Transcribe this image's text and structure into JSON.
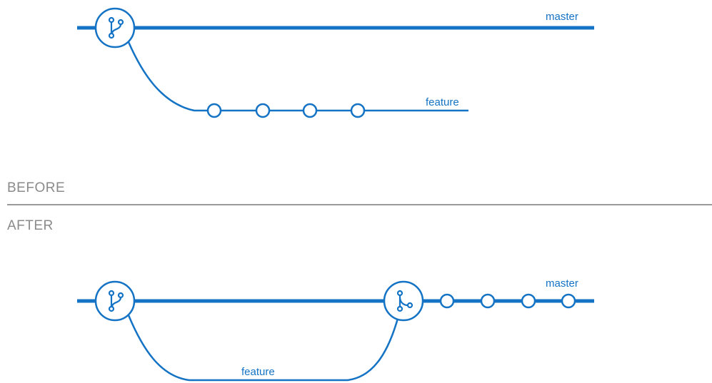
{
  "colors": {
    "accent": "#1473c4",
    "section_label": "#8a8a8a",
    "divider": "#9a9a9a",
    "background": "#ffffff"
  },
  "before": {
    "section_label": "BEFORE",
    "master_label": "master",
    "feature_label": "feature",
    "branch_icon": "git-branch-icon",
    "feature_commit_count": 4
  },
  "after": {
    "section_label": "AFTER",
    "master_label": "master",
    "feature_label": "feature",
    "branch_icon": "git-branch-icon",
    "merge_icon": "git-merge-icon",
    "master_commit_count": 4
  }
}
